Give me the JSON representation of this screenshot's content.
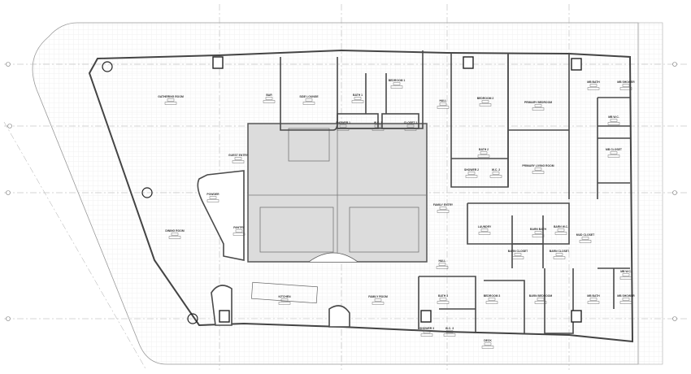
{
  "plan": {
    "colors": {
      "wall": "#4a4a4a",
      "core": "#dcdcdc",
      "grid": "#bbbbbb",
      "floor_lines": "#e4e4e4"
    },
    "rooms": [
      "GATHERING ROOM",
      "BAR",
      "SIDE LOUNGE",
      "BATH 1",
      "BEDROOM 1",
      "SHOWER 1",
      "W.C. 1",
      "CLOSET 1",
      "HALL",
      "BEDROOM 2",
      "PRIMARY BEDROOM",
      "MB BATH",
      "MB SHOWER",
      "MB W.C.",
      "MB CLOSET",
      "BATH 2",
      "SHOWER 2",
      "W.C. 2",
      "PRIMARY LIVING ROOM",
      "GUEST ENTRY",
      "POWDER",
      "PANTRY",
      "DINING ROOM",
      "FAMILY ENTRY",
      "LAUNDRY",
      "BARN BATH",
      "BARN W.C.",
      "BARN CLOSET",
      "BARN CLOSET",
      "MUD CLOSET",
      "HALL",
      "BATH 3",
      "SHOWER 3",
      "W.C. 3",
      "BEDROOM 3",
      "BARN BEDROOM",
      "MB BATH",
      "MB W.C.",
      "MB SHOWER",
      "KITCHEN",
      "FAMILY ROOM",
      "DECK"
    ]
  }
}
